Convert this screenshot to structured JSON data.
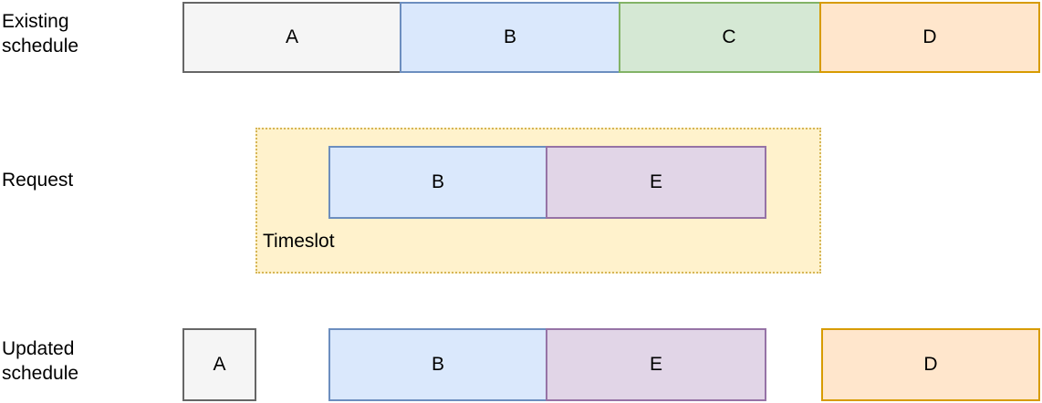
{
  "existing_schedule": {
    "label": "Existing\nschedule",
    "blocks": [
      {
        "label": "A",
        "color_name": "gray",
        "fill": "#f5f5f5",
        "stroke": "#666666"
      },
      {
        "label": "B",
        "color_name": "blue",
        "fill": "#dae8fc",
        "stroke": "#6c8ebf"
      },
      {
        "label": "C",
        "color_name": "green",
        "fill": "#d5e8d4",
        "stroke": "#82b366"
      },
      {
        "label": "D",
        "color_name": "orange",
        "fill": "#ffe6cc",
        "stroke": "#d79b00"
      }
    ]
  },
  "request": {
    "label": "Request",
    "timeslot": {
      "label": "Timeslot",
      "fill": "#fff2cc",
      "stroke": "#d6b656",
      "border_style": "dotted"
    },
    "blocks": [
      {
        "label": "B",
        "color_name": "blue",
        "fill": "#dae8fc",
        "stroke": "#6c8ebf"
      },
      {
        "label": "E",
        "color_name": "purple",
        "fill": "#e1d5e7",
        "stroke": "#9673a6"
      }
    ]
  },
  "updated_schedule": {
    "label": "Updated\nschedule",
    "blocks": [
      {
        "label": "A",
        "color_name": "gray",
        "fill": "#f5f5f5",
        "stroke": "#666666"
      },
      {
        "label": "B",
        "color_name": "blue",
        "fill": "#dae8fc",
        "stroke": "#6c8ebf"
      },
      {
        "label": "E",
        "color_name": "purple",
        "fill": "#e1d5e7",
        "stroke": "#9673a6"
      },
      {
        "label": "D",
        "color_name": "orange",
        "fill": "#ffe6cc",
        "stroke": "#d79b00"
      }
    ]
  },
  "text_color": "#000000",
  "background_color": "#ffffff"
}
